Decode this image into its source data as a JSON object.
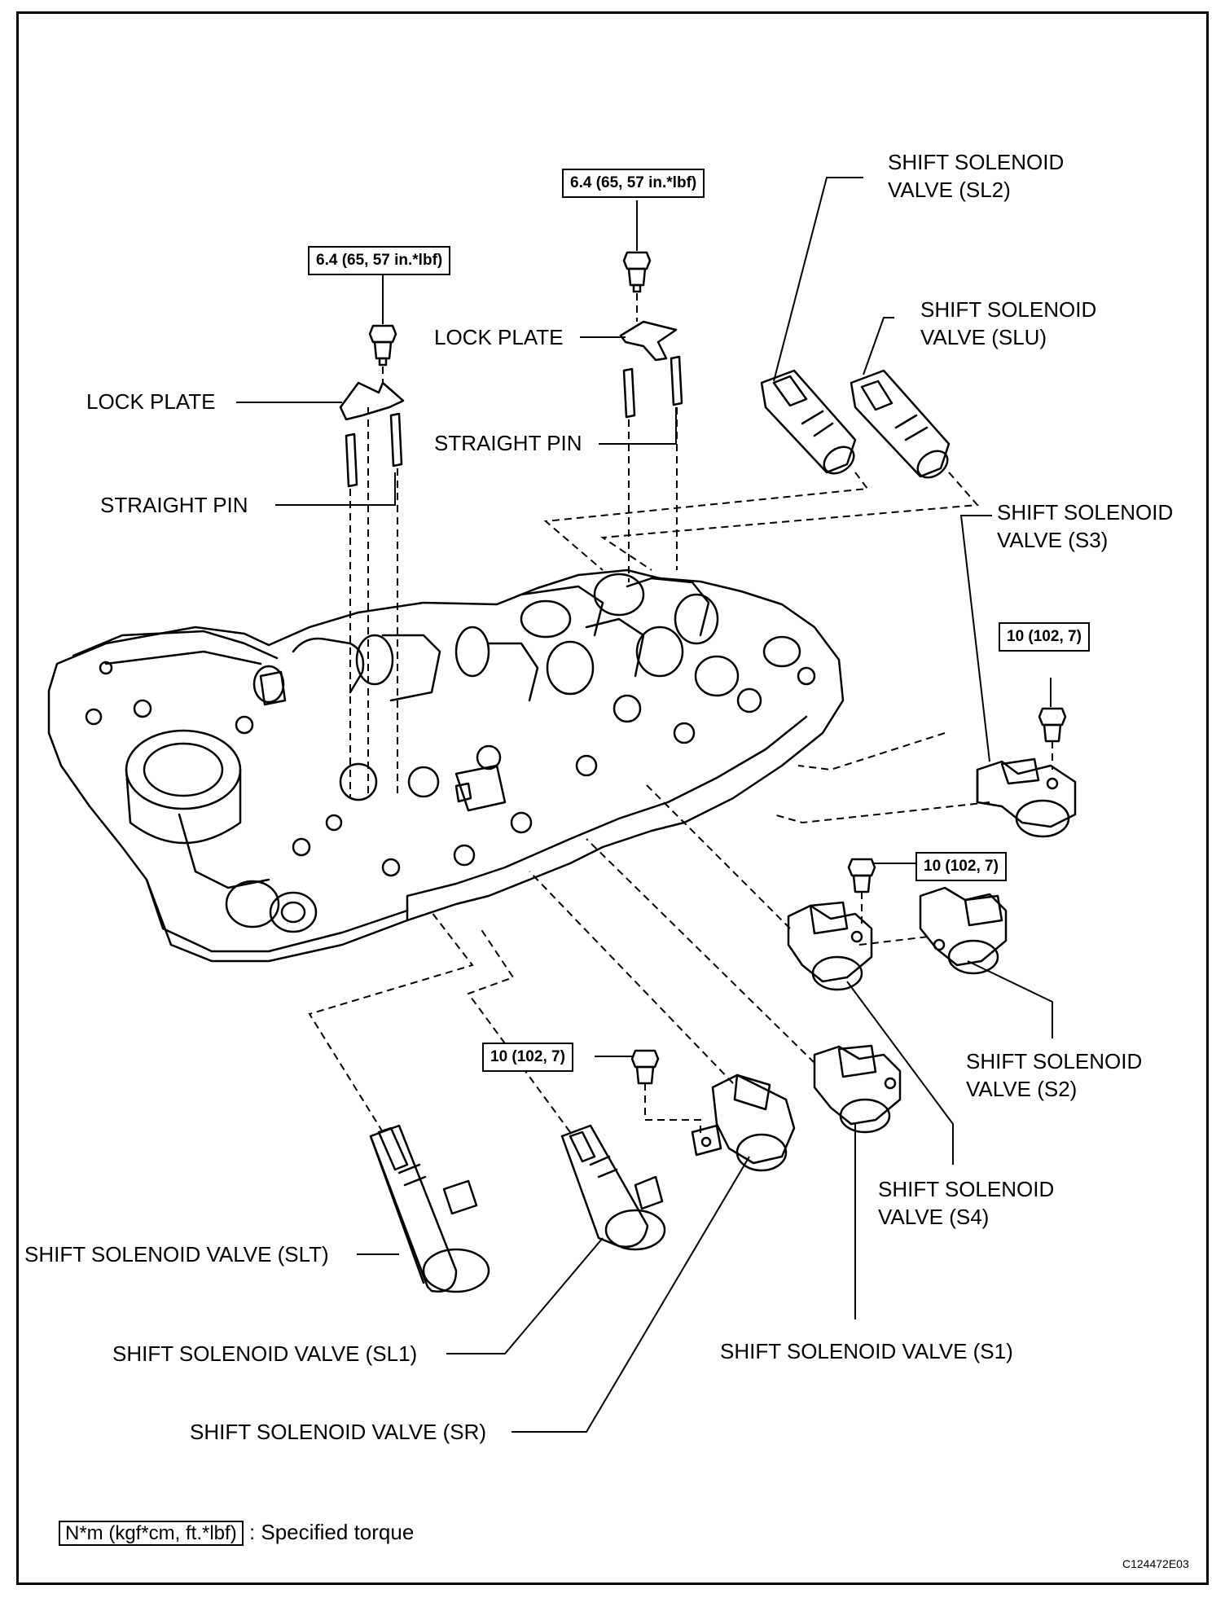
{
  "torque_values": {
    "upper_left": "6.4 (65, 57 in.*lbf)",
    "upper_center": "6.4 (65, 57 in.*lbf)",
    "s3": "10 (102, 7)",
    "s2_s4": "10 (102, 7)",
    "sr": "10 (102, 7)"
  },
  "labels": {
    "lock_plate_left": "LOCK PLATE",
    "straight_pin_left": "STRAIGHT PIN",
    "lock_plate_center": "LOCK PLATE",
    "straight_pin_center": "STRAIGHT PIN",
    "sl2_line1": "SHIFT SOLENOID",
    "sl2_line2": "VALVE (SL2)",
    "slu_line1": "SHIFT SOLENOID",
    "slu_line2": "VALVE (SLU)",
    "s3_line1": "SHIFT SOLENOID",
    "s3_line2": "VALVE (S3)",
    "s2_line1": "SHIFT SOLENOID",
    "s2_line2": "VALVE (S2)",
    "s4_line1": "SHIFT SOLENOID",
    "s4_line2": "VALVE (S4)",
    "slt": "SHIFT SOLENOID VALVE (SLT)",
    "sl1": "SHIFT SOLENOID VALVE (SL1)",
    "s1": "SHIFT SOLENOID VALVE (S1)",
    "sr": "SHIFT SOLENOID VALVE (SR)"
  },
  "legend": {
    "unit": "N*m (kgf*cm, ft.*lbf)",
    "description": ": Specified torque"
  },
  "figure_code": "C124472E03"
}
